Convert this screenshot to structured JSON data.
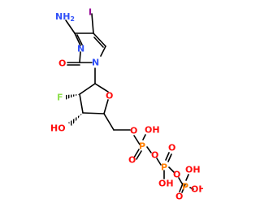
{
  "molecule": {
    "atoms": {
      "amine_N": "NH",
      "amine_H2": "2",
      "iodine": "I",
      "ring_N3": "N",
      "ring_N1": "N",
      "carbonyl_O": "O",
      "fluorine": "F",
      "ring_O": "O",
      "hydroxyl": "HO",
      "ester_O": "O",
      "p1_OH": "OH",
      "p1_O_double": "O",
      "p1": "P",
      "bridge_O1": "O",
      "p2": "P",
      "p2_OH": "OH",
      "p2_O_double": "O",
      "bridge_O2": "O",
      "p3": "P",
      "p3_OH_a": "OH",
      "p3_OH_b": "OH",
      "p3_O_double": "O"
    },
    "colors": {
      "carbon": "#000000",
      "nitrogen": "#3050F8",
      "oxygen": "#FF0D0D",
      "fluorine": "#90E050",
      "iodine": "#940094",
      "phosphorus": "#FF8000"
    }
  }
}
